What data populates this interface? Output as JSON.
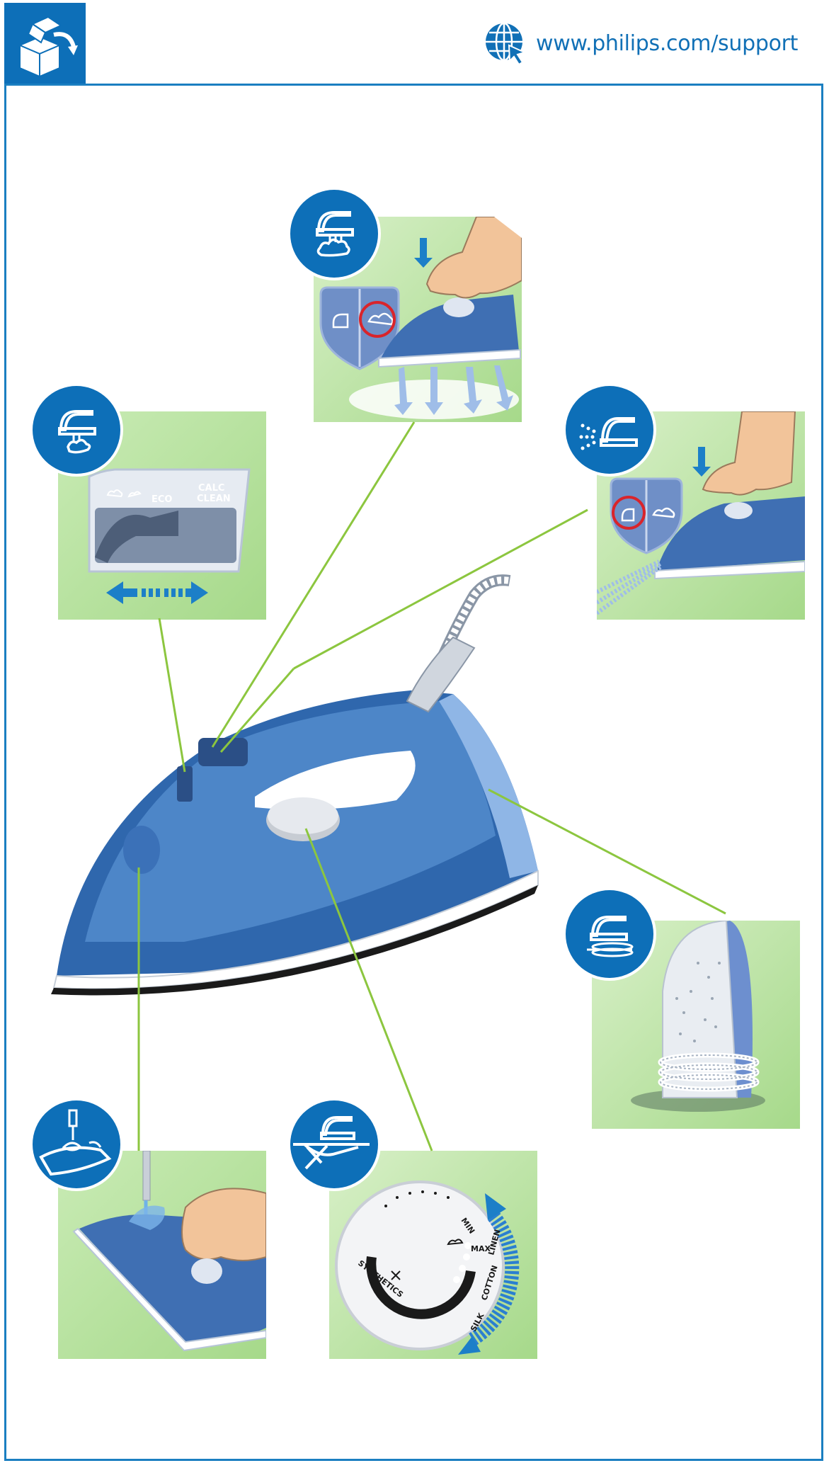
{
  "header": {
    "support_url": "www.philips.com/support",
    "logo_icon": "unbox-icon",
    "globe_icon": "globe-cursor-icon"
  },
  "panels": {
    "steam_boost": {
      "icon": "steam-boost-icon",
      "selector_icons": [
        "spray-icon",
        "steam-icon"
      ]
    },
    "steam_setting": {
      "icon": "steam-setting-icon",
      "slider_labels": [
        "ECO",
        "CALC",
        "CLEAN"
      ]
    },
    "spray": {
      "icon": "spray-icon"
    },
    "cord_storage": {
      "icon": "cord-wrap-icon"
    },
    "filling": {
      "icon": "water-fill-icon"
    },
    "temperature_dial": {
      "icon": "temperature-dial-icon",
      "labels": [
        "MIN",
        "MAX",
        "LINEN",
        "COTTON",
        "SILK",
        "SYNTHETICS"
      ]
    }
  },
  "colors": {
    "brand_blue": "#0d6fb8",
    "frame_blue": "#1b7fc1",
    "callout_green": "#8cc63f",
    "panel_green": "#a6d98a"
  }
}
